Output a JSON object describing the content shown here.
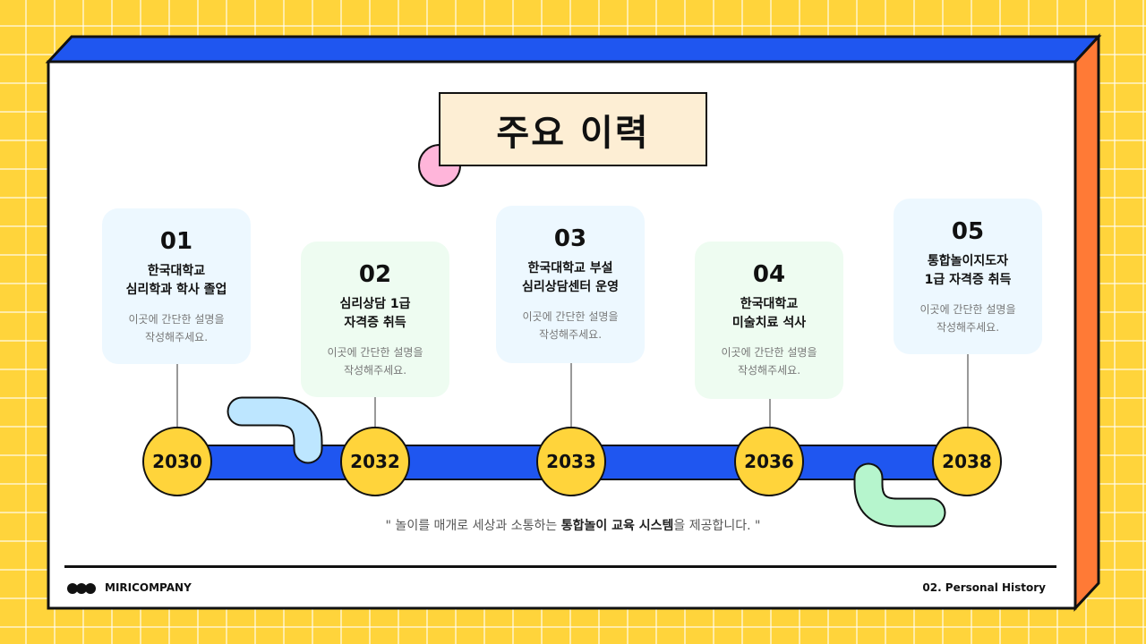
{
  "slide": {
    "title": "주요 이력",
    "colors": {
      "background": "#ffd43b",
      "top_bar": "#1f56f0",
      "side_bar": "#ff7a36",
      "timeline": "#1f56f0",
      "year_circle": "#ffd43b",
      "pink_dot": "#ffb5da",
      "blue_blob": "#bde6ff",
      "green_blob": "#b6f5cd"
    }
  },
  "timeline": [
    {
      "num": "01",
      "title": "한국대학교\n심리학과 학사 졸업",
      "desc": "이곳에 간단한 설명을\n작성해주세요.",
      "year": "2030"
    },
    {
      "num": "02",
      "title": "심리상담 1급\n자격증 취득",
      "desc": "이곳에 간단한 설명을\n작성해주세요.",
      "year": "2032"
    },
    {
      "num": "03",
      "title": "한국대학교 부설\n심리상담센터 운영",
      "desc": "이곳에 간단한 설명을\n작성해주세요.",
      "year": "2033"
    },
    {
      "num": "04",
      "title": "한국대학교\n미술치료 석사",
      "desc": "이곳에 간단한 설명을\n작성해주세요.",
      "year": "2036"
    },
    {
      "num": "05",
      "title": "통합놀이지도자\n1급 자격증 취득",
      "desc": "이곳에 간단한 설명을\n작성해주세요.",
      "year": "2038"
    }
  ],
  "slogan": {
    "before": "\" 놀이를 매개로 세상과 소통하는 ",
    "bold": "통합놀이 교육 시스템",
    "after": "을 제공합니다. \""
  },
  "footer": {
    "company": "MIRICOMPANY",
    "page_label": "02. Personal History"
  }
}
